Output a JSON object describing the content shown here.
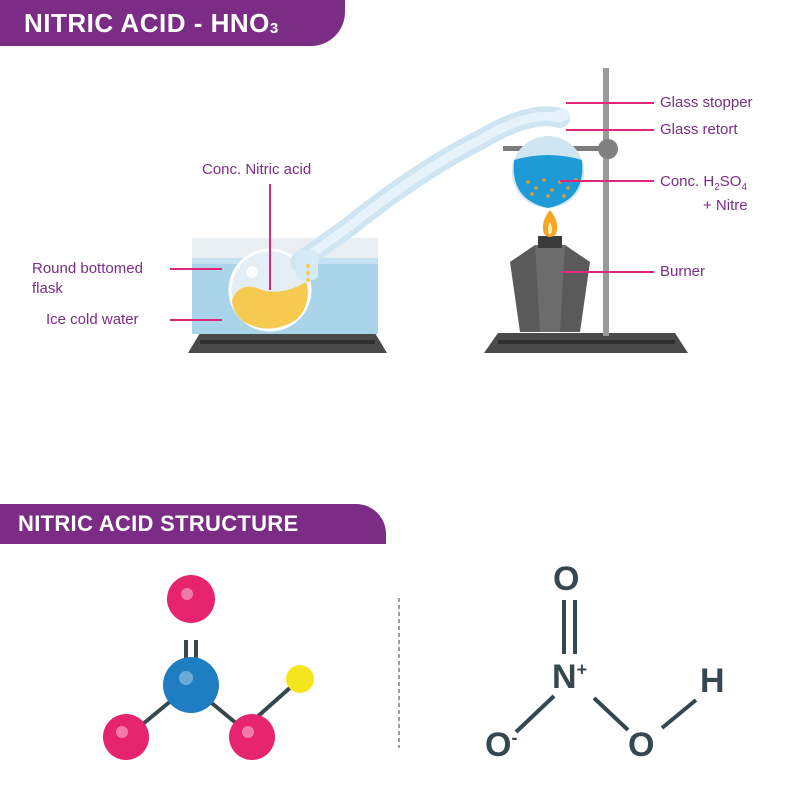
{
  "title": {
    "main": "NITRIC ACID - HNO",
    "sub": "3"
  },
  "section_title": "NITRIC ACID STRUCTURE",
  "labels": {
    "conc_nitric_acid": "Conc. Nitric acid",
    "round_bottomed_flask_1": "Round bottomed",
    "round_bottomed_flask_2": "flask",
    "ice_cold_water": "Ice cold water",
    "glass_stopper": "Glass stopper",
    "glass_retort": "Glass retort",
    "conc_h2so4_prefix": "Conc. H",
    "conc_h2so4_sub1": "2",
    "conc_h2so4_mid": "SO",
    "conc_h2so4_sub2": "4",
    "nitre": "+ Nitre",
    "burner": "Burner"
  },
  "structure": {
    "o_top": "O",
    "n": "N",
    "n_charge": "+",
    "h": "H",
    "o_left": "O",
    "o_left_charge": "-",
    "o_right": "O"
  },
  "colors": {
    "banner": "#7b2d86",
    "label": "#7b2d86",
    "leader_line": "#e0257a",
    "oxygen_atom": "#e6246e",
    "nitrogen_atom": "#1f7ec2",
    "hydrogen_atom": "#f4e51f",
    "water": "#a9d4ea",
    "acid": "#f6c94f",
    "retort_liquid": "#1e9bd7",
    "burner": "#5a5a5a",
    "flame": "#f5a623",
    "structure_text": "#37474f"
  }
}
